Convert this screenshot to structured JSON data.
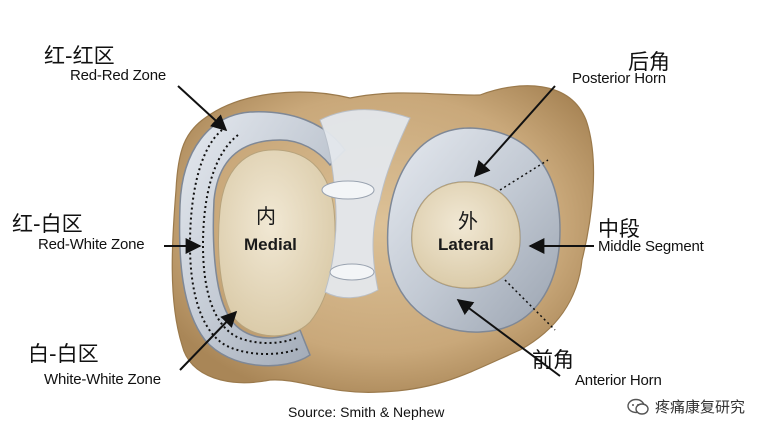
{
  "labels": {
    "red_red_cn": "红-红区",
    "red_red_en": "Red-Red Zone",
    "red_white_cn": "红-白区",
    "red_white_en": "Red-White Zone",
    "white_white_cn": "白-白区",
    "white_white_en": "White-White Zone",
    "posterior_cn": "后角",
    "posterior_en": "Posterior Horn",
    "middle_cn": "中段",
    "middle_en": "Middle Segment",
    "anterior_cn": "前角",
    "anterior_en": "Anterior Horn",
    "medial_cn": "内",
    "medial_en": "Medial",
    "lateral_cn": "外",
    "lateral_en": "Lateral"
  },
  "source": "Source: Smith & Nephew",
  "watermark": {
    "text": "疼痛康复研究",
    "icon": "wechat-icon"
  },
  "colors": {
    "bone": "#c9a87a",
    "cartilage": "#e8dcc2",
    "meniscus": "#c5ccd6",
    "meniscus_rim": "#8f98a6",
    "ligament": "#dfe3e8"
  }
}
